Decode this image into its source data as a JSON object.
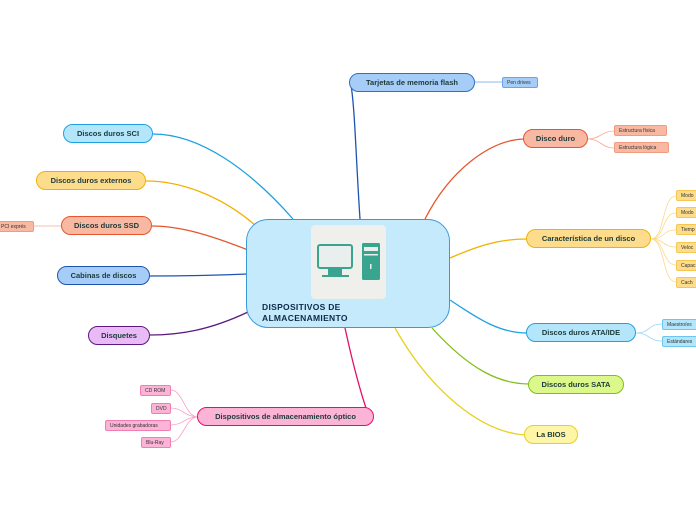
{
  "central": {
    "title_line1": "DISPOSITIVOS DE",
    "title_line2": "ALMACENAMIENTO",
    "icon": "computer-icon"
  },
  "branches": {
    "tarjetas": {
      "label": "Tarjetas de memoria flash",
      "children": [
        "Pen drives"
      ]
    },
    "disco_duro": {
      "label": "Disco duro",
      "children": [
        "Estructura física",
        "Estructura lógica"
      ]
    },
    "caracteristica": {
      "label": "Característica de un disco",
      "children": [
        "Modo",
        "Modo",
        "Tiemp",
        "Veloc",
        "Capac",
        "Cach"
      ]
    },
    "ata": {
      "label": "Discos duros ATA/IDE",
      "children": [
        "Maestro/es",
        "Estándares"
      ]
    },
    "sata": {
      "label": "Discos duros SATA"
    },
    "bios": {
      "label": "La BIOS"
    },
    "optico": {
      "label": "Dispositivos de almacenamiento óptico",
      "children": [
        "CD ROM",
        "DVD",
        "Unidades grabadoras",
        "Blu-Ray"
      ]
    },
    "disquetes": {
      "label": "Disquetes"
    },
    "cabinas": {
      "label": "Cabinas de discos"
    },
    "ssd": {
      "label": "Discos duros SSD",
      "children": [
        "PCI exprés"
      ]
    },
    "externos": {
      "label": "Discos duros externos"
    },
    "sci": {
      "label": "Discos duros SCI"
    }
  }
}
